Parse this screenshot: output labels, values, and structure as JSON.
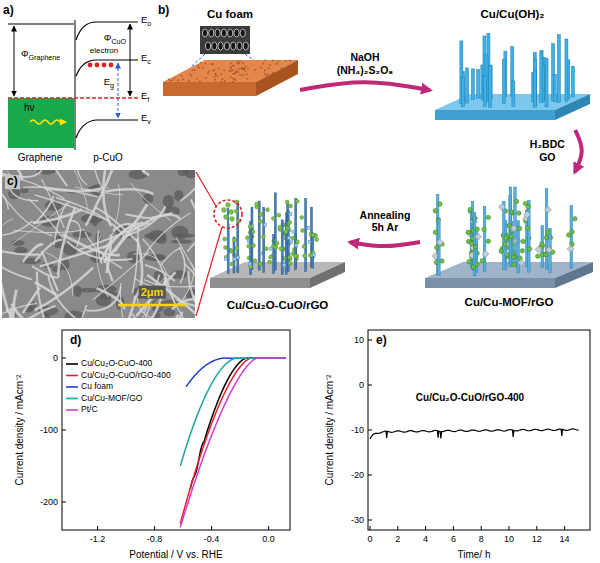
{
  "diagram": {
    "nodes": [
      {
        "text": [
          "Cu foam"
        ]
      },
      {
        "text": [
          "Cu/Cu(OH)₂"
        ]
      },
      {
        "text": [
          "Cu/Cu-MOF/rGO"
        ]
      },
      {
        "text": [
          "Cu/Cu₂O-CuO/rGO"
        ]
      }
    ],
    "edges": [
      {
        "from": 0,
        "to": 1,
        "arrow": "to",
        "label": "NaOH (NH₄)₂S₂O₈"
      },
      {
        "from": 1,
        "to": 2,
        "arrow": "to",
        "label": "H₂BDC GO"
      },
      {
        "from": 2,
        "to": 3,
        "arrow": "to",
        "label": "Annealing 5h Ar"
      }
    ],
    "labels": [
      "a)",
      "ΦGraphene",
      "ΦCuO",
      "Eo",
      "Ec",
      "Eg",
      "Ef",
      "Ev",
      "electron",
      "hν",
      "Graphene",
      "p-CuO",
      "b)",
      "c)",
      "2μm",
      "d)",
      "Current density / mAcm⁻²",
      "Potential / V vs. RHE",
      "0",
      "-100",
      "-200",
      "-1.2",
      "-0.8",
      "-0.4",
      "0.0",
      "e)",
      "Current density / mAcm⁻²",
      "Time/ h",
      "10",
      "0",
      "-10",
      "-20",
      "-30",
      "0",
      "2",
      "4",
      "6",
      "8",
      "10",
      "12",
      "14",
      "Cu/Cu₂O-CuO/rGO-400"
    ],
    "legend": [
      {
        "text": "Cu/Cu₂O-CuO-400"
      },
      {
        "text": "Cu/Cu₂O-CuO/rGO-400"
      },
      {
        "text": "Cu foam"
      },
      {
        "text": "Cu/Cu-MOF/GO"
      },
      {
        "text": "Pt/C"
      }
    ]
  }
}
